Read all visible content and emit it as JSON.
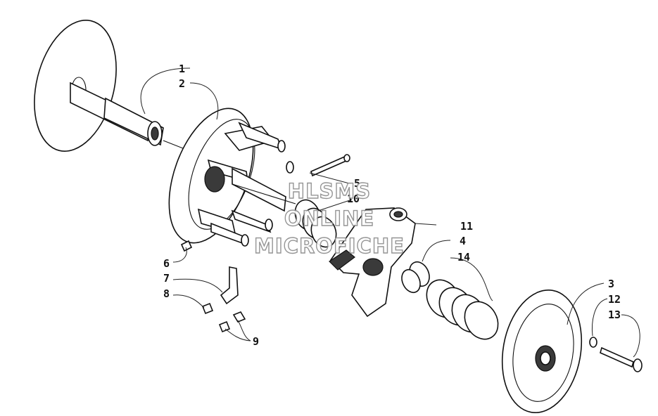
{
  "callouts": {
    "c1": "1",
    "c2": "2",
    "c3": "3",
    "c4": "4",
    "c5": "5",
    "c6": "6",
    "c7": "7",
    "c8": "8",
    "c9": "9",
    "c10": "10",
    "c11": "11",
    "c12": "12",
    "c13": "13",
    "c14": "14"
  },
  "watermark": {
    "line1": "HLSMS",
    "line2": "ONLINE",
    "line3": "MICROFICHE"
  }
}
